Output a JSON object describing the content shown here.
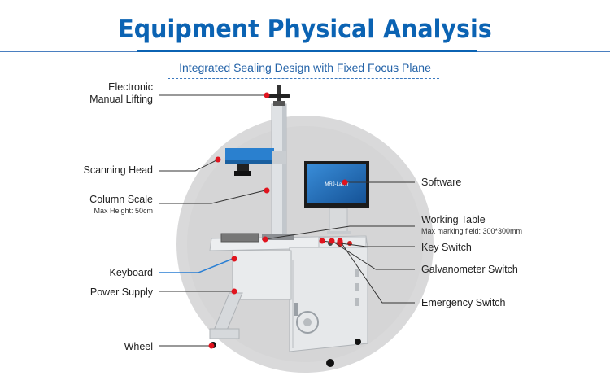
{
  "title": "Equipment Physical Analysis",
  "subtitle": "Integrated Sealing Design with Fixed Focus Plane",
  "left_labels": {
    "lifting_line1": "Electronic",
    "lifting_line2": "Manual Lifting",
    "scanning_head": "Scanning Head",
    "column_scale": "Column Scale",
    "column_scale_note": "Max Height: 50cm",
    "keyboard": "Keyboard",
    "power_supply": "Power Supply",
    "wheel": "Wheel"
  },
  "right_labels": {
    "software": "Software",
    "working_table": "Working Table",
    "working_table_note": "Max marking field: 300*300mm",
    "key_switch": "Key Switch",
    "galvanometer_switch": "Galvanometer Switch",
    "emergency_switch": "Emergency Switch"
  },
  "screen_text": "MRJ-Laser",
  "colors": {
    "brand_blue": "#0b63b3",
    "pointer_red": "#e0141e",
    "keyboard_line": "#2a7fd4"
  }
}
